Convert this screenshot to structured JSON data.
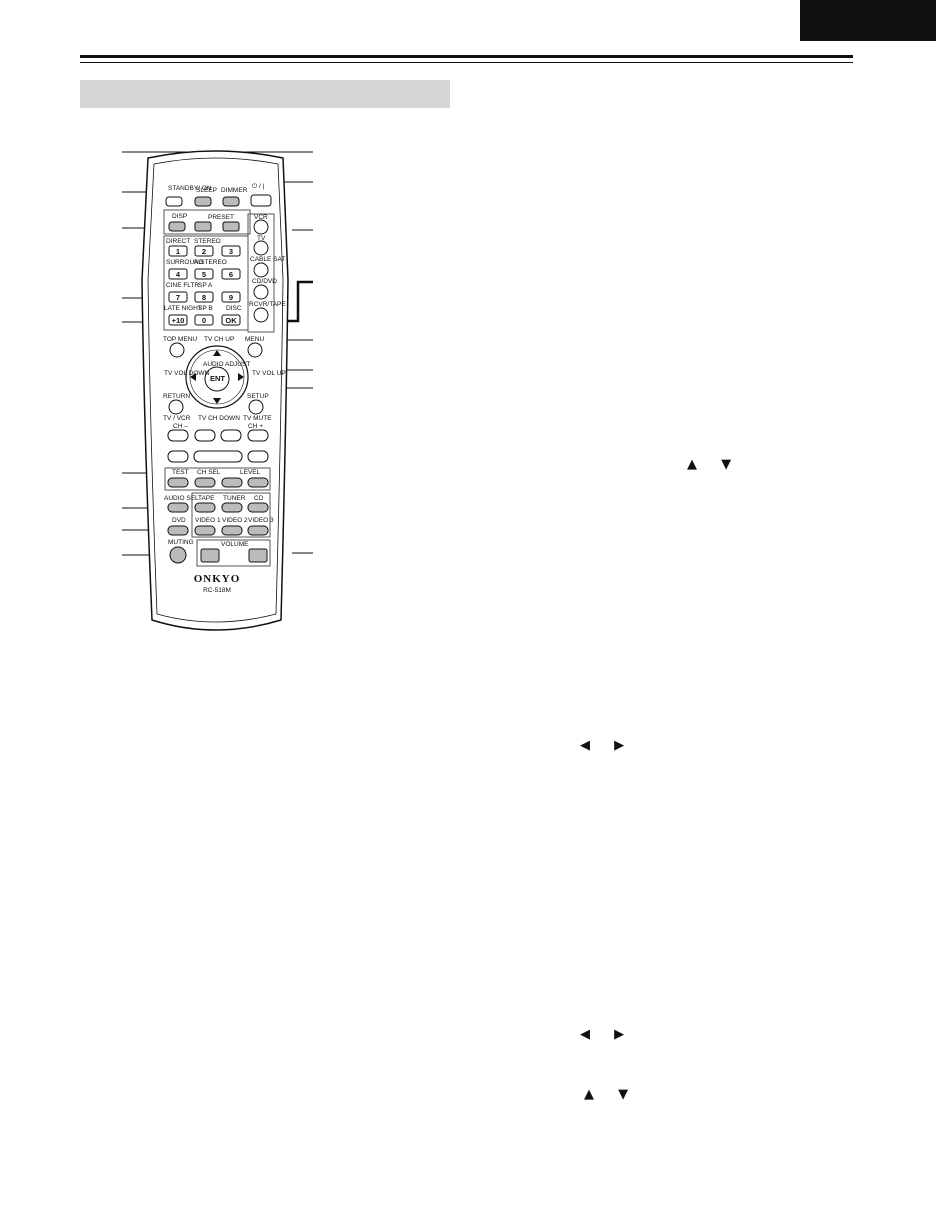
{
  "remote": {
    "brand": "ONKYO",
    "model": "RC-518M",
    "labels": {
      "standby_on": "STANDBY/ ON",
      "sleep": "SLEEP",
      "dimmer": "DIMMER",
      "power": "⏻ / |",
      "disp": "DISP",
      "preset": "PRESET",
      "vcr": "VCR",
      "tv": "TV",
      "direct": "DIRECT",
      "stereo": "STEREO",
      "surround": "SURROUND",
      "astereo": "A.STEREO",
      "cable_sat": "CABLE SAT",
      "cd_dvd": "CD/DVD",
      "cine_fltr": "CINE FLTR",
      "sp_a": "SP A",
      "late_night": "LATE NIGHT",
      "sp_b": "SP B",
      "disc": "DISC",
      "rcvr_tape": "RCVR/TAPE",
      "top_menu": "TOP MENU",
      "tv_ch_up": "TV CH UP",
      "menu": "MENU",
      "tv_vol_down": "TV VOL DOWN",
      "tv_vol_up": "TV VOL UP",
      "audio_adjust": "AUDIO ADJUST",
      "ent": "ENT",
      "return": "RETURN",
      "setup": "SETUP",
      "tv_vcr": "TV / VCR",
      "tv_ch_down": "TV CH DOWN",
      "tv_mute": "TV MUTE",
      "ch_minus": "CH –",
      "ch_plus": "CH +",
      "test": "TEST",
      "ch_sel": "CH SEL",
      "level": "LEVEL",
      "audio_sel": "AUDIO SEL",
      "tape": "TAPE",
      "tuner": "TUNER",
      "cd": "CD",
      "dvd": "DVD",
      "video1": "VIDEO 1",
      "video2": "VIDEO 2",
      "video3": "VIDEO 3",
      "muting": "MUTING",
      "volume": "VOLUME"
    },
    "keypad": [
      "1",
      "2",
      "3",
      "4",
      "5",
      "6",
      "7",
      "8",
      "9",
      "+10",
      "0",
      "OK"
    ]
  },
  "arrow_glyphs": {
    "up_down": "▲ ▼",
    "left_right": "◀ ▶"
  },
  "icons": [
    "remote-control-illustration",
    "up-arrow-icon",
    "down-arrow-icon",
    "left-arrow-icon",
    "right-arrow-icon"
  ]
}
